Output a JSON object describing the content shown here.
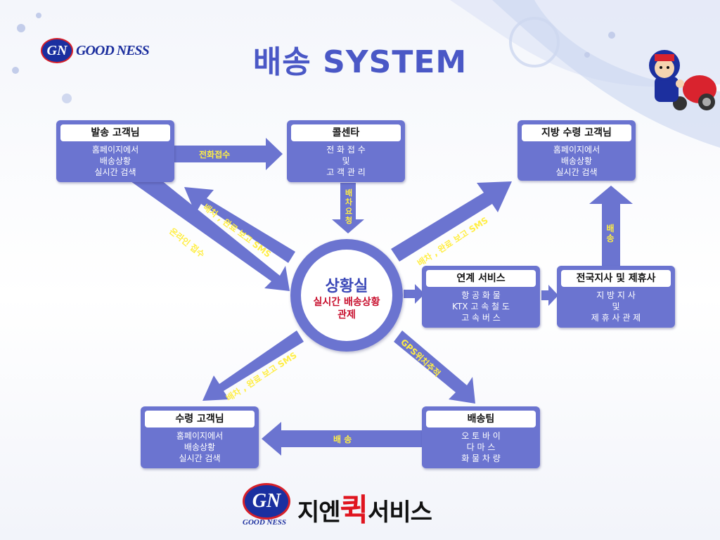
{
  "brand": {
    "badge": "GN",
    "name_top": "GOOD NESS",
    "name_small": "GOOD NESS",
    "slogan_prefix": "지엔",
    "slogan_highlight": "퀵",
    "slogan_suffix": "서비스"
  },
  "title": "배송 SYSTEM",
  "nodes": {
    "sender": {
      "head": "발송 고객님",
      "lines": [
        "홈페이지에서",
        "배송상황",
        "실시간 검색"
      ]
    },
    "callcenter": {
      "head": "콜센타",
      "lines": [
        "전 화 접 수",
        "및",
        "고 객 관 리"
      ]
    },
    "regional_receiver": {
      "head": "지방 수령 고객님",
      "lines": [
        "홈페이지에서",
        "배송상황",
        "실시간 검색"
      ]
    },
    "linked_service": {
      "head": "연계 서비스",
      "lines": [
        "항 공 화 물",
        "KTX 고 속 철 도",
        "고 속 버 스"
      ]
    },
    "branches": {
      "head": "전국지사 및 제휴사",
      "lines": [
        "지 방 지 사",
        "및",
        "제 휴 사 관 제"
      ]
    },
    "receiver": {
      "head": "수령 고객님",
      "lines": [
        "홈페이지에서",
        "배송상황",
        "실시간 검색"
      ]
    },
    "delivery_team": {
      "head": "배송팀",
      "lines": [
        "오 토 바 이",
        "다 마 스",
        "화 물 차 량"
      ]
    }
  },
  "hub": {
    "title": "상황실",
    "line1": "실시간 배송상황",
    "line2": "관제"
  },
  "edges": {
    "phone_receipt": "전화접수",
    "dispatch": [
      "배",
      "차",
      "요",
      "청"
    ],
    "online_receipt": "온라인 접수",
    "report_sender": "배차 , 완료 보고 SMS",
    "report_regional": "배차 , 완료 보고 SMS",
    "report_receiver": "배차 , 완료 보고 SMS",
    "gps": "GPS위치추적",
    "delivery": "배 송",
    "regional_delivery": [
      "배",
      "송"
    ]
  },
  "colors": {
    "box": "#6b74d0",
    "title": "#4a58c6",
    "arrow_label": "#ffee44",
    "hub_text": "#c8102e"
  }
}
